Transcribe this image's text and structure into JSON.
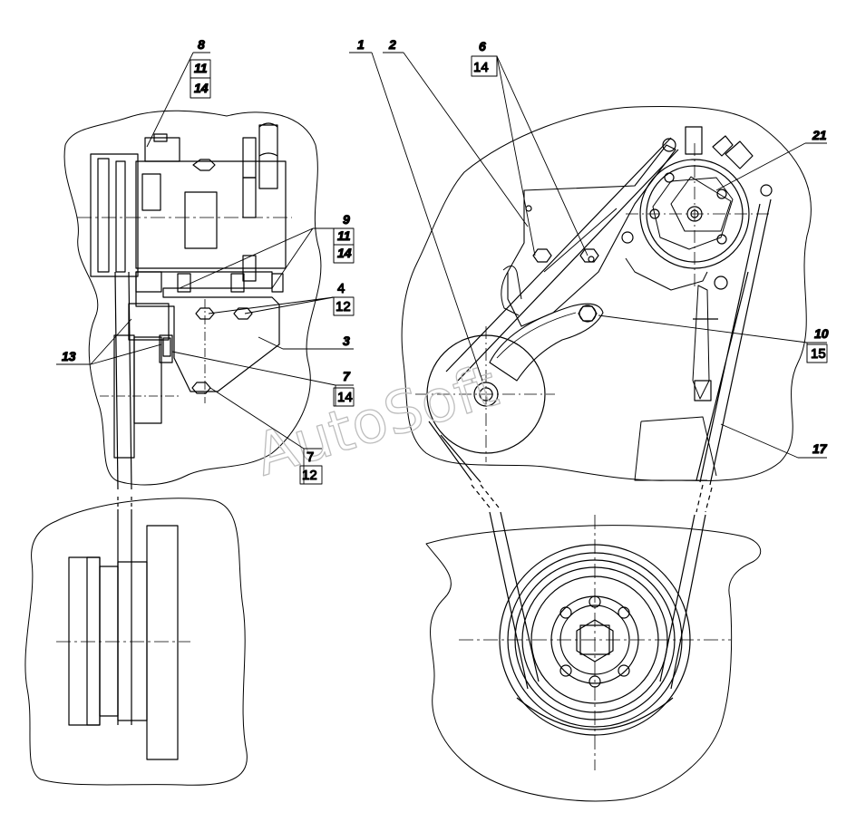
{
  "watermark": "AutoSoft",
  "callouts": {
    "c8": "8",
    "c11a": "11",
    "c14a": "14",
    "c9": "9",
    "c11b": "11",
    "c14b": "14",
    "c4": "4",
    "c12a": "12",
    "c3": "3",
    "c7a": "7",
    "c14c": "14",
    "c13": "13",
    "c7b": "7",
    "c12b": "12",
    "c1": "1",
    "c2": "2",
    "c6": "6",
    "c14d": "14",
    "c21": "21",
    "c10": "10",
    "c15": "15",
    "c17": "17"
  }
}
